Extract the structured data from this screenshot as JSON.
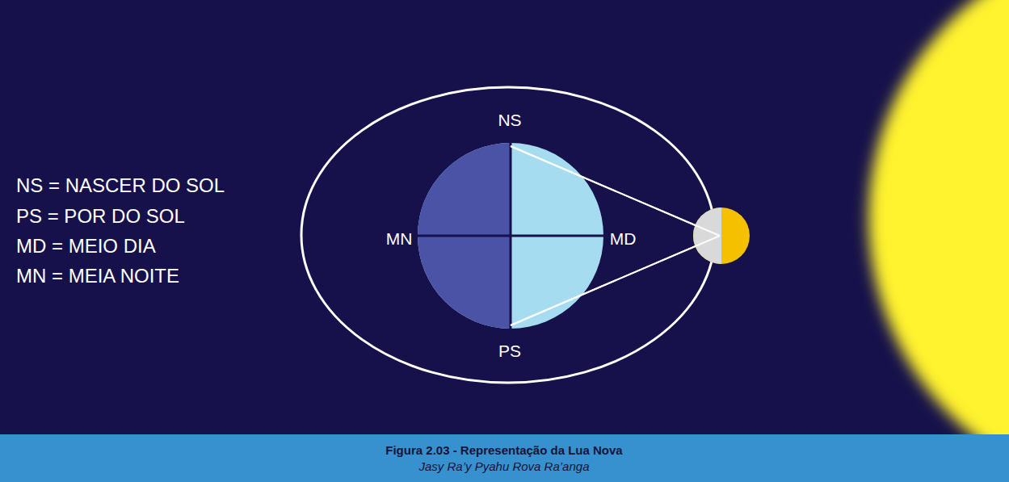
{
  "diagram": {
    "caption": "Figura 2.03 - Representação da Lua Nova",
    "labels": [
      "NS = NASCER DO SOL",
      "PS = POR DO SOL",
      "MD = MEIO DIA",
      "MN = MEIA NOITE",
      "NS",
      "MN",
      "MD",
      "PS",
      "Jasy Ra’y Pyahu Rova Ra’anga"
    ]
  }
}
